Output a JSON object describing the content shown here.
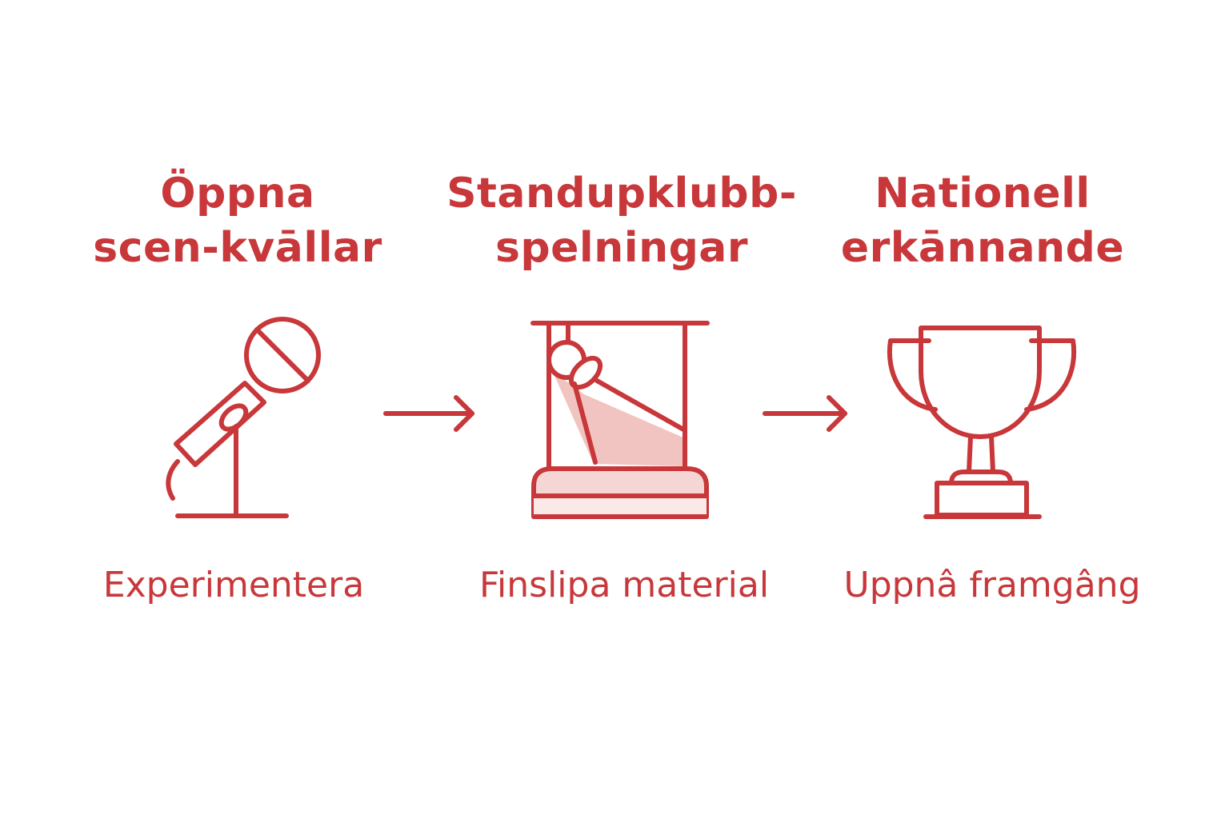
{
  "accent_color": "#c8373a",
  "fill_color": "#f2c4c1",
  "stages": [
    {
      "title_line1": "Öppna",
      "title_line2": "scen-kvāllar",
      "icon": "microphone-icon",
      "caption": "Experimentera"
    },
    {
      "title_line1": "Standupklubb-",
      "title_line2": "spelningar",
      "icon": "spotlight-stage-icon",
      "caption": "Finslipa material"
    },
    {
      "title_line1": "Nationell",
      "title_line2": "erkānnande",
      "icon": "trophy-icon",
      "caption": "Uppnâ framgâng"
    }
  ],
  "arrows": [
    "right-arrow-icon",
    "right-arrow-icon"
  ]
}
